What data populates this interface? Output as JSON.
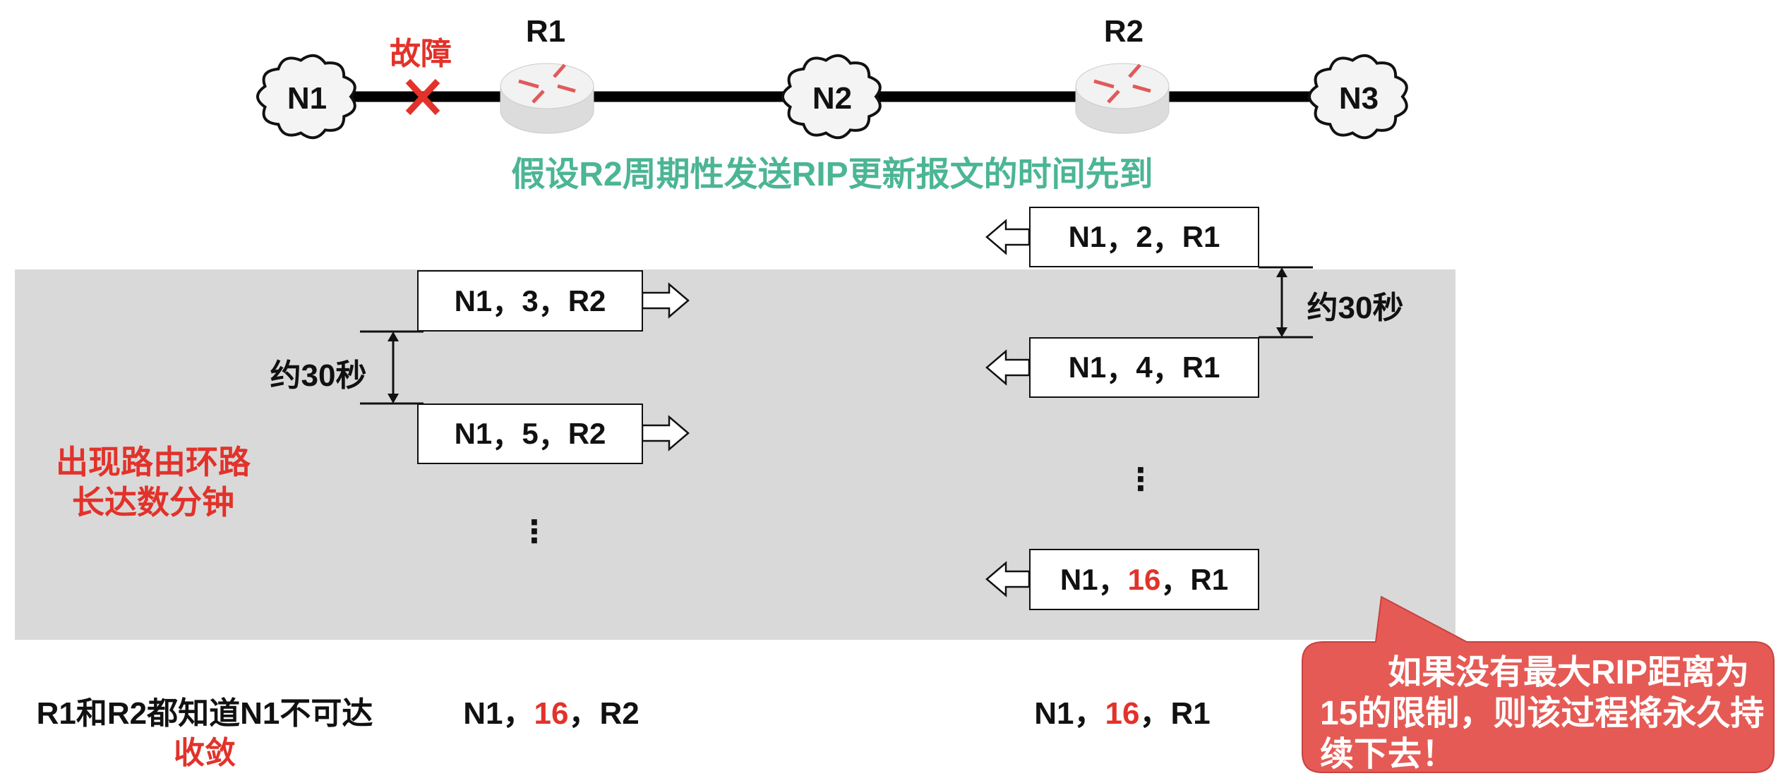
{
  "topology": {
    "networks": [
      "N1",
      "N2",
      "N3"
    ],
    "routers": [
      "R1",
      "R2"
    ],
    "fault_label": "故障",
    "fault_icon": "red-x-icon",
    "caption": "假设R2周期性发送RIP更新报文的时间先到"
  },
  "r1_updates": [
    {
      "net": "N1",
      "sep1": "，",
      "dist": "3",
      "sep2": "，",
      "hop": "R2"
    },
    {
      "net": "N1",
      "sep1": "，",
      "dist": "5",
      "sep2": "，",
      "hop": "R2"
    }
  ],
  "r2_updates": [
    {
      "net": "N1",
      "sep1": "，",
      "dist": "2",
      "sep2": "，",
      "hop": "R1"
    },
    {
      "net": "N1",
      "sep1": "，",
      "dist": "4",
      "sep2": "，",
      "hop": "R1"
    },
    {
      "net": "N1",
      "sep1": "，",
      "dist": "16",
      "sep2": "，",
      "hop": "R1"
    }
  ],
  "interval_label": "约30秒",
  "ellipsis": "⋮",
  "loop_note": [
    "出现路由环路",
    "长达数分钟"
  ],
  "converge": {
    "line1": "R1和R2都知道N1不可达",
    "line2": "收敛",
    "r1_final": {
      "net": "N1",
      "sep1": "，",
      "dist": "16",
      "sep2": "，",
      "hop": "R2"
    },
    "r2_final": {
      "net": "N1",
      "sep1": "，",
      "dist": "16",
      "sep2": "，",
      "hop": "R1"
    }
  },
  "callout": "　　如果没有最大RIP距离为15的限制，则该过程将永久持续下去！",
  "colors": {
    "accent_red": "#e2322a",
    "caption_green": "#4bb594",
    "callout_bg": "#e55a55",
    "panel_gray": "#d9d9d9"
  }
}
